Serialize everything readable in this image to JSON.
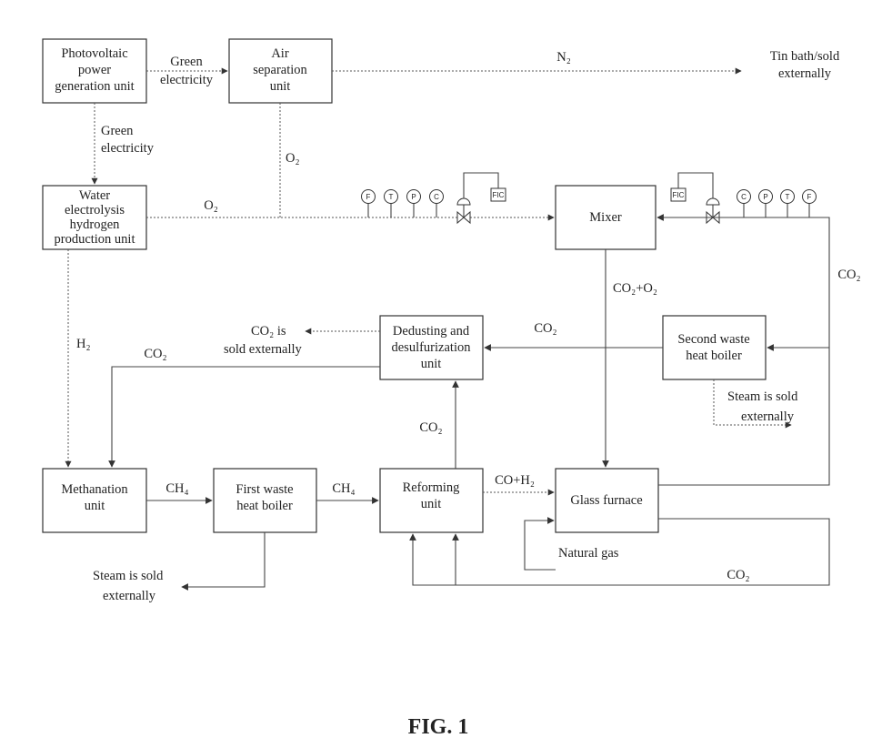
{
  "figure_label": "FIG. 1",
  "units": {
    "pv": [
      "Photovoltaic",
      "power",
      "generation unit"
    ],
    "air": [
      "Air",
      "separation",
      "unit"
    ],
    "water": [
      "Water",
      "electrolysis",
      "hydrogen",
      "production unit"
    ],
    "mixer": [
      "Mixer"
    ],
    "dedust": [
      "Dedusting and",
      "desulfurization",
      "unit"
    ],
    "boiler2": [
      "Second waste",
      "heat boiler"
    ],
    "methanation": [
      "Methanation",
      "unit"
    ],
    "boiler1": [
      "First waste",
      "heat boiler"
    ],
    "reforming": [
      "Reforming",
      "unit"
    ],
    "glass": [
      "Glass furnace"
    ]
  },
  "flows": {
    "green_elec_1": [
      "Green",
      "electricity"
    ],
    "green_elec_2": [
      "Green",
      "electricity"
    ],
    "n2": "N₂",
    "tin_bath": [
      "Tin bath/sold",
      "externally"
    ],
    "o2_air": "O₂",
    "o2_water": "O₂",
    "co2_right": "CO₂",
    "co2_o2": "CO₂+O₂",
    "co2_boiler2": "CO₂",
    "co2_sold": [
      "CO₂ is",
      "sold externally"
    ],
    "h2": "H₂",
    "co2_return": "CO₂",
    "steam2": [
      "Steam is sold",
      "externally"
    ],
    "co2_reform": "CO₂",
    "ch4_a": "CH₄",
    "ch4_b": "CH₄",
    "co_h2": "CO+H₂",
    "natural_gas": "Natural gas",
    "co2_bottom": "CO₂",
    "steam1": [
      "Steam is sold",
      "externally"
    ]
  },
  "instruments": {
    "left": [
      "F",
      "T",
      "P",
      "C"
    ],
    "left_controller": "FIC",
    "right_controller": "FIC",
    "right": [
      "C",
      "P",
      "T",
      "F"
    ]
  }
}
